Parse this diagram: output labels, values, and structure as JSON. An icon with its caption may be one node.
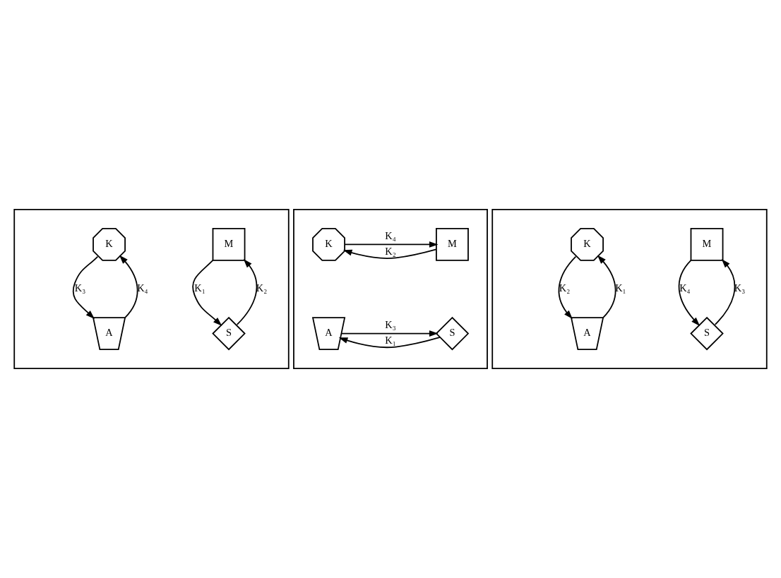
{
  "diagram": {
    "nodes": [
      {
        "text": [],
        "shape": "box"
      },
      {
        "text": [
          "M"
        ],
        "in": 0
      },
      {
        "text": [
          "S"
        ],
        "in": 0
      },
      {
        "text": [
          "K"
        ],
        "in": 0
      },
      {
        "text": [
          "A"
        ],
        "in": 0
      },
      {
        "text": [],
        "shape": "box"
      },
      {
        "text": [
          "M"
        ],
        "in": 5
      },
      {
        "text": [
          "K"
        ],
        "in": 5
      },
      {
        "text": [
          "S"
        ],
        "in": 5
      },
      {
        "text": [
          "A"
        ],
        "in": 5
      },
      {
        "text": [],
        "shape": "box"
      },
      {
        "text": [
          "M"
        ],
        "in": 10
      },
      {
        "text": [
          "S"
        ],
        "in": 10
      },
      {
        "text": [
          "K"
        ],
        "in": 10
      },
      {
        "text": [
          "A"
        ],
        "in": 10
      }
    ],
    "edges": [
      {
        "from": 1,
        "to": 2,
        "arrow": "to",
        "label": "K₁"
      },
      {
        "from": 2,
        "to": 1,
        "arrow": "to",
        "label": "K₂"
      },
      {
        "from": 3,
        "to": 4,
        "arrow": "to",
        "label": "K₃"
      },
      {
        "from": 4,
        "to": 3,
        "arrow": "to",
        "label": "K₄"
      },
      {
        "from": 7,
        "to": 6,
        "arrow": "to",
        "label": "K₄"
      },
      {
        "from": 6,
        "to": 7,
        "arrow": "to",
        "label": "K₂"
      },
      {
        "from": 9,
        "to": 8,
        "arrow": "to",
        "label": "K₃"
      },
      {
        "from": 8,
        "to": 9,
        "arrow": "to",
        "label": "K₁"
      },
      {
        "from": 11,
        "to": 12,
        "arrow": "to",
        "label": "K₄"
      },
      {
        "from": 12,
        "to": 11,
        "arrow": "to",
        "label": "K₃"
      },
      {
        "from": 13,
        "to": 14,
        "arrow": "to",
        "label": "K₂"
      },
      {
        "from": 14,
        "to": 13,
        "arrow": "to",
        "label": "K₁"
      }
    ]
  }
}
